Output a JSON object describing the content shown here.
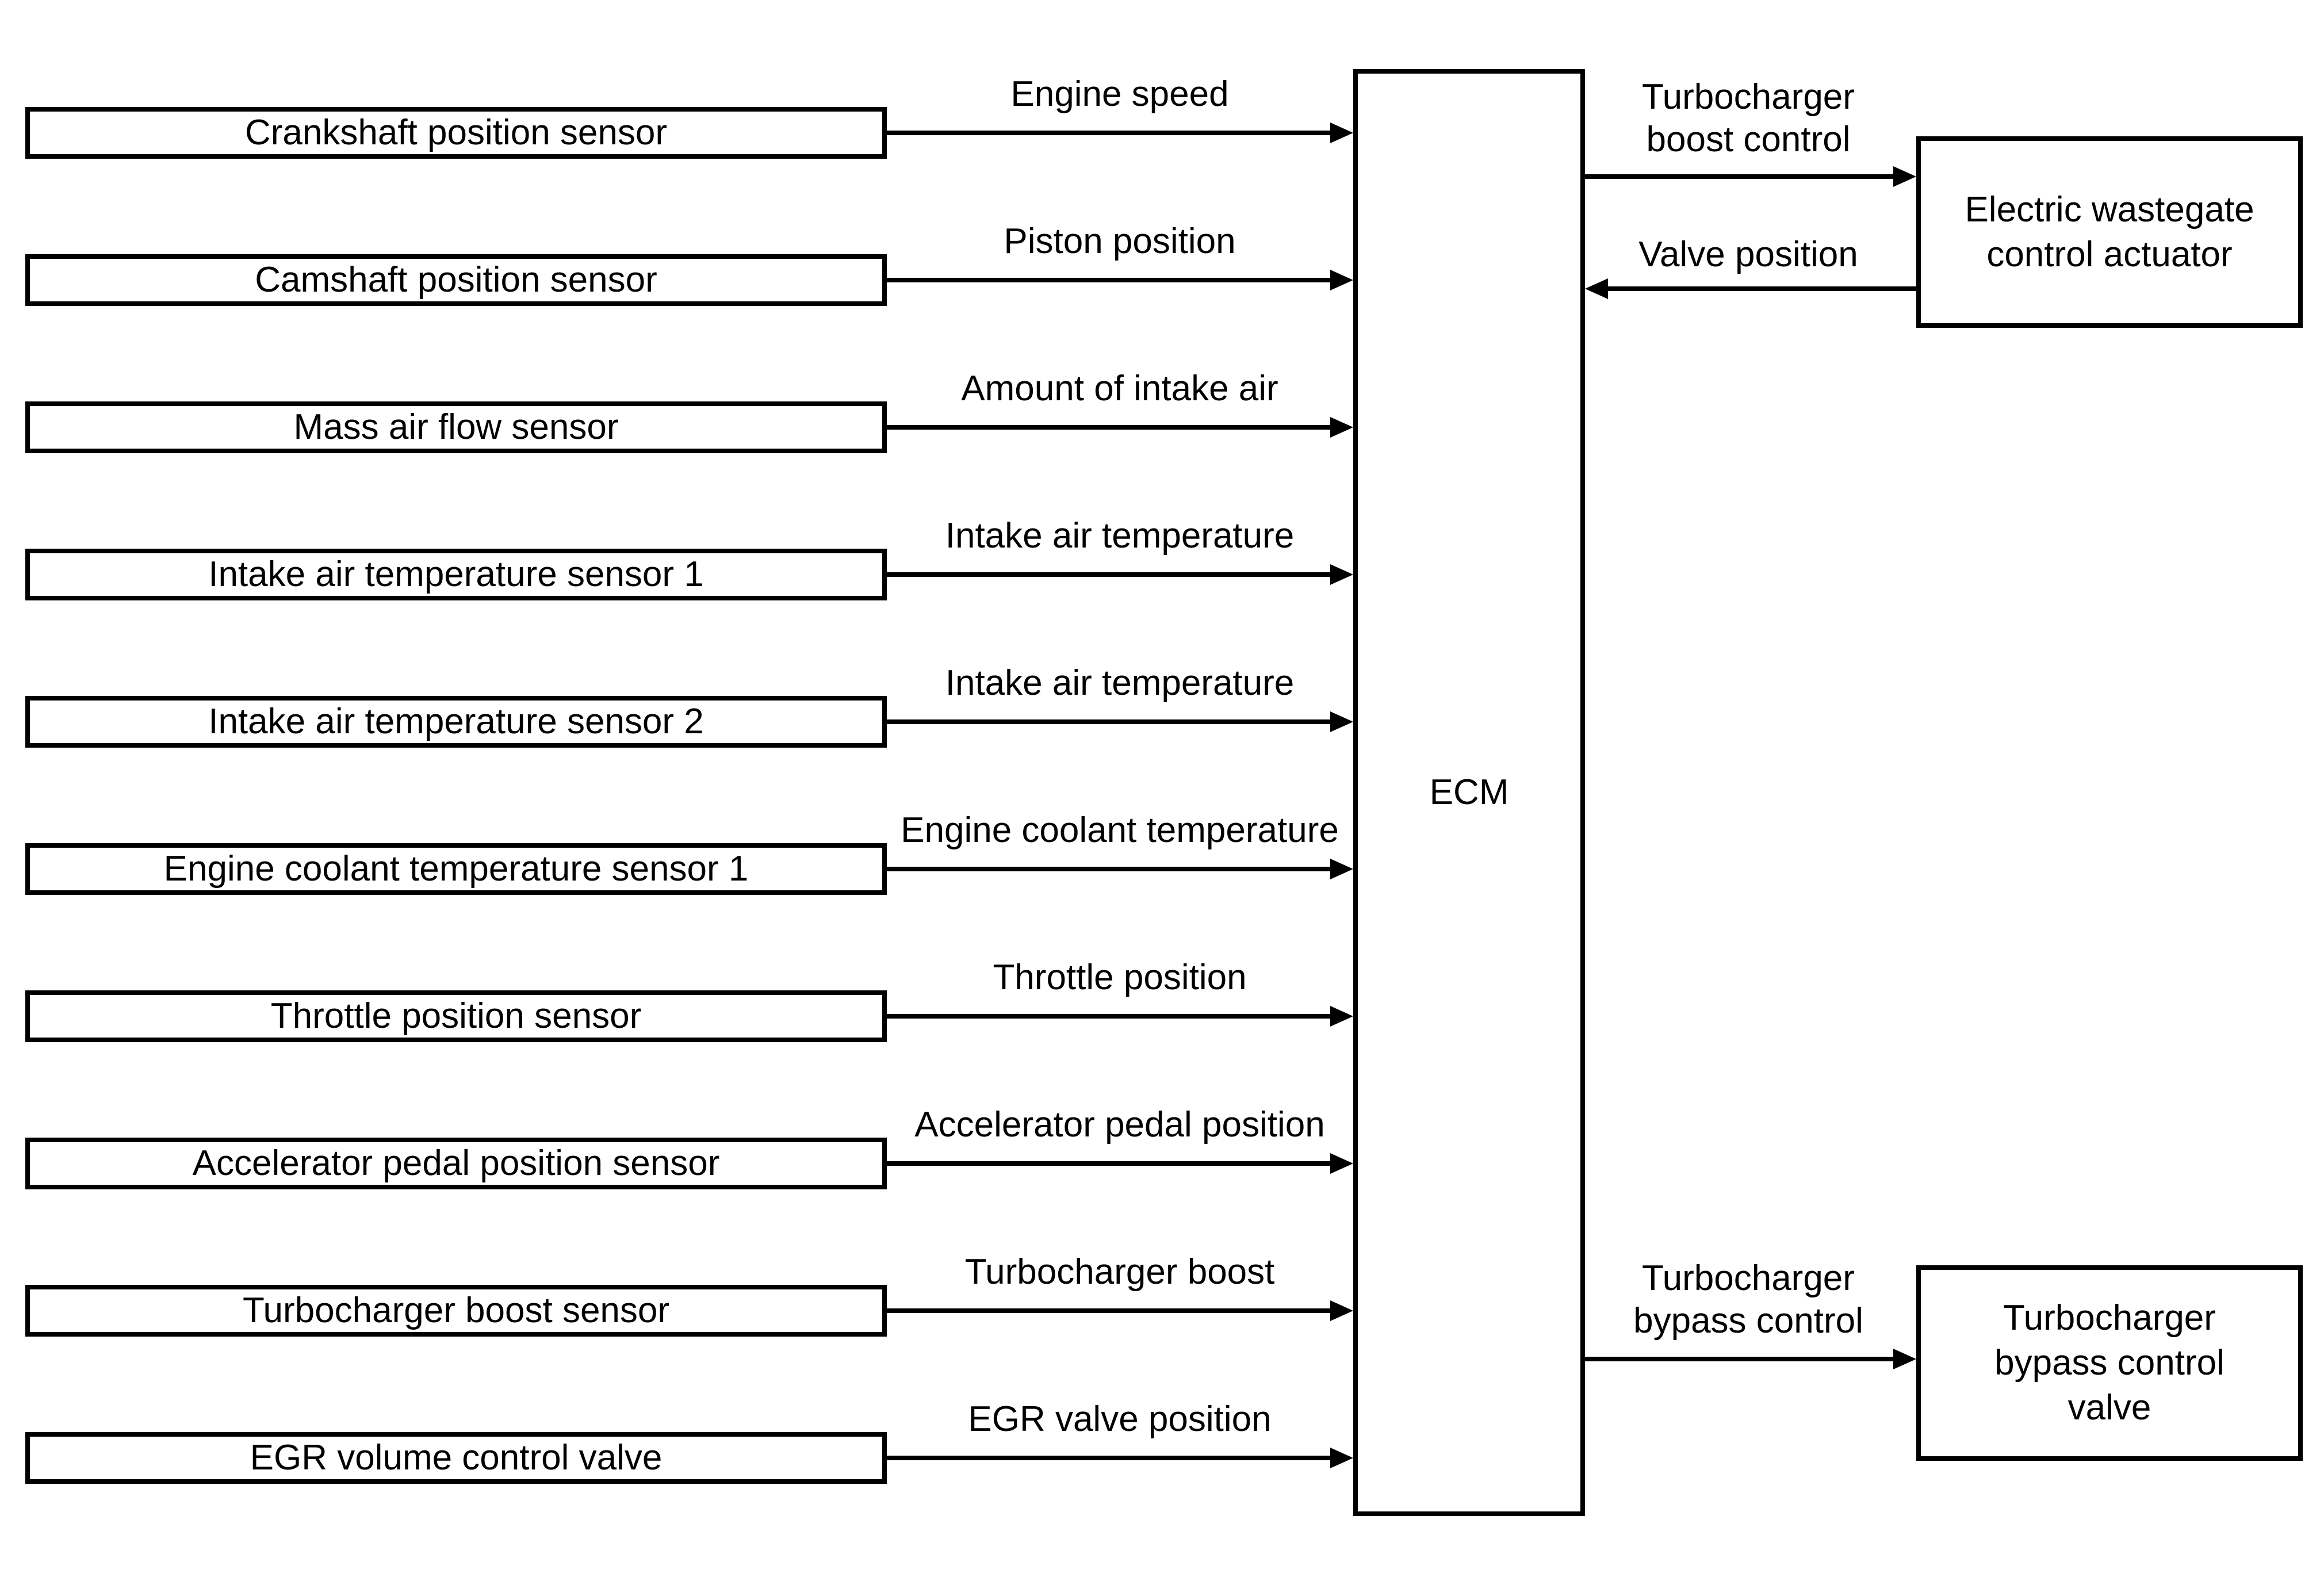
{
  "colors": {
    "line": "#000000",
    "background": "#ffffff"
  },
  "ecm": {
    "label": "ECM"
  },
  "inputs": [
    {
      "box": "Crankshaft position sensor",
      "signal": "Engine speed"
    },
    {
      "box": "Camshaft position sensor",
      "signal": "Piston position"
    },
    {
      "box": "Mass air flow sensor",
      "signal": "Amount of intake air"
    },
    {
      "box": "Intake air temperature sensor 1",
      "signal": "Intake air temperature"
    },
    {
      "box": "Intake air temperature sensor 2",
      "signal": "Intake air temperature"
    },
    {
      "box": "Engine coolant temperature sensor 1",
      "signal": "Engine coolant temperature"
    },
    {
      "box": "Throttle position sensor",
      "signal": "Throttle position"
    },
    {
      "box": "Accelerator pedal position sensor",
      "signal": "Accelerator pedal position"
    },
    {
      "box": "Turbocharger boost sensor",
      "signal": "Turbocharger boost"
    },
    {
      "box": "EGR volume control valve",
      "signal": "EGR valve position"
    }
  ],
  "outputs": {
    "wastegate": {
      "command_signal": "Turbocharger\nboost control",
      "device": "Electric wastegate\ncontrol actuator",
      "feedback_signal": "Valve position"
    },
    "bypass": {
      "command_signal": "Turbocharger\nbypass control",
      "device": "Turbocharger\nbypass control\nvalve"
    }
  }
}
